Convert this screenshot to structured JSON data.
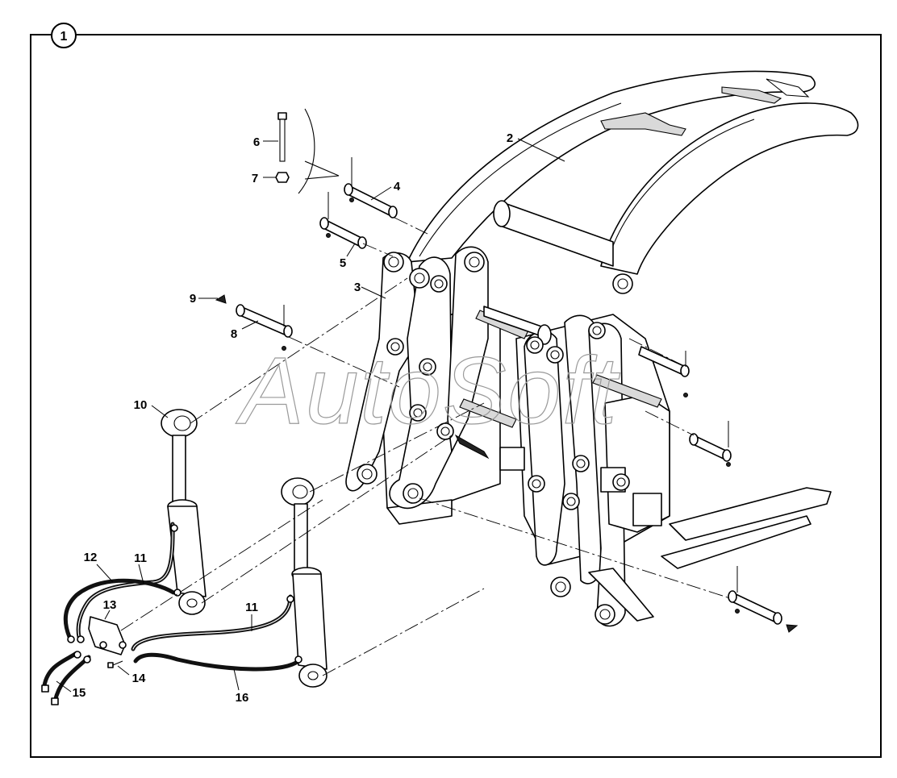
{
  "figure": {
    "sheet_number": "1",
    "watermark": "AutoSoft"
  },
  "callouts": [
    {
      "id": "c1",
      "label": "2"
    },
    {
      "id": "c2",
      "label": "3"
    },
    {
      "id": "c3",
      "label": "4"
    },
    {
      "id": "c4",
      "label": "5"
    },
    {
      "id": "c5",
      "label": "6"
    },
    {
      "id": "c6",
      "label": "7"
    },
    {
      "id": "c7",
      "label": "8"
    },
    {
      "id": "c8",
      "label": "9"
    },
    {
      "id": "c9",
      "label": "10"
    },
    {
      "id": "c10",
      "label": "11"
    },
    {
      "id": "c11",
      "label": "11"
    },
    {
      "id": "c12",
      "label": "12"
    },
    {
      "id": "c13",
      "label": "13"
    },
    {
      "id": "c14",
      "label": "14"
    },
    {
      "id": "c15",
      "label": "15"
    },
    {
      "id": "c16",
      "label": "16"
    }
  ]
}
